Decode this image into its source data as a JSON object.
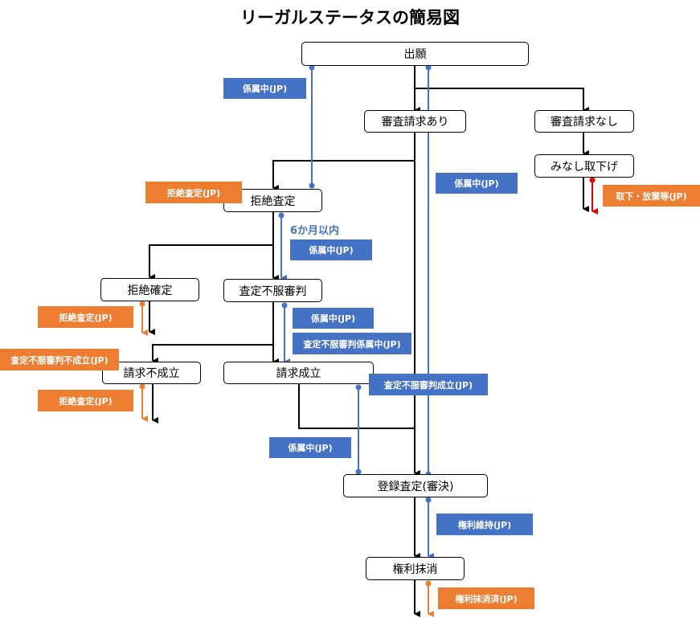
{
  "title": "リーガルステータスの簡易図",
  "nodes": {
    "shutsugan": "出願",
    "shinsa_ari": "審査請求あり",
    "shinsa_nashi": "審査請求なし",
    "minashi": "みなし取下げ",
    "kyozetsu_satei": "拒絶査定",
    "kyozetsu_kakutei": "拒絶確定",
    "fufuku": "査定不服審判",
    "seikyu_fuseiritsu": "請求不成立",
    "seikyu_seiritsu": "請求成立",
    "toroku": "登録査定(審決)",
    "kenri_masshou": "権利抹消"
  },
  "tags": {
    "keizoku_1": "係属中(JP)",
    "keizoku_2": "係属中(JP)",
    "keizoku_3": "係属中(JP)",
    "keizoku_4": "係属中(JP)",
    "keizoku_5": "係属中(JP)",
    "kyozetsu_satei_1": "拒絶査定(JP)",
    "kyozetsu_satei_2": "拒絶査定(JP)",
    "kyozetsu_satei_3": "拒絶査定(JP)",
    "torishita": "取下・放棄等(JP)",
    "fufuku_keizoku": "査定不服審判係属中(JP)",
    "fufuku_fuseiritsu": "査定不服審判不成立(JP)",
    "fufuku_seiritsu": "査定不服審判成立(JP)",
    "kenri_iji": "権利維持(JP)",
    "kenri_masshou_zumi": "権利抹消済(JP)"
  },
  "notes": {
    "six_months": "6か月以内"
  },
  "colors": {
    "blue": "#4472c4",
    "orange": "#ed7d31",
    "red": "#e00000",
    "black": "#000000"
  }
}
